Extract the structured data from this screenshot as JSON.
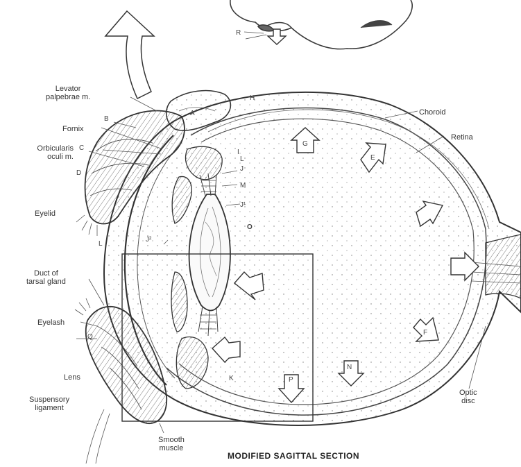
{
  "title": "MODIFIED SAGITTAL SECTION",
  "labels": {
    "levator": [
      "Levator",
      "palpebrae m."
    ],
    "fornix": "Fornix",
    "orbicularis": [
      "Orbicularis",
      "oculi m."
    ],
    "eyelid": "Eyelid",
    "duct": [
      "Duct of",
      "tarsal gland"
    ],
    "eyelash": "Eyelash",
    "lens": "Lens",
    "suspensory": [
      "Suspensory",
      "ligament"
    ],
    "smooth": [
      "Smooth",
      "muscle"
    ],
    "choroid": "Choroid",
    "retina": "Retina",
    "optic": [
      "Optic",
      "disc"
    ]
  },
  "letters": {
    "a": "A",
    "b": "B",
    "c": "C",
    "d": "D",
    "e": "E",
    "f": "F",
    "g": "G",
    "h": "H",
    "i": "I",
    "j": "J",
    "j1": "J¹",
    "j2": "J²",
    "k": "K",
    "l": "L",
    "l2": "L",
    "m": "M",
    "n": "N",
    "o": "O",
    "p": "P",
    "q": "Q",
    "r": "R"
  },
  "colors": {
    "ink": "#3a3a3a",
    "paper": "#ffffff"
  }
}
